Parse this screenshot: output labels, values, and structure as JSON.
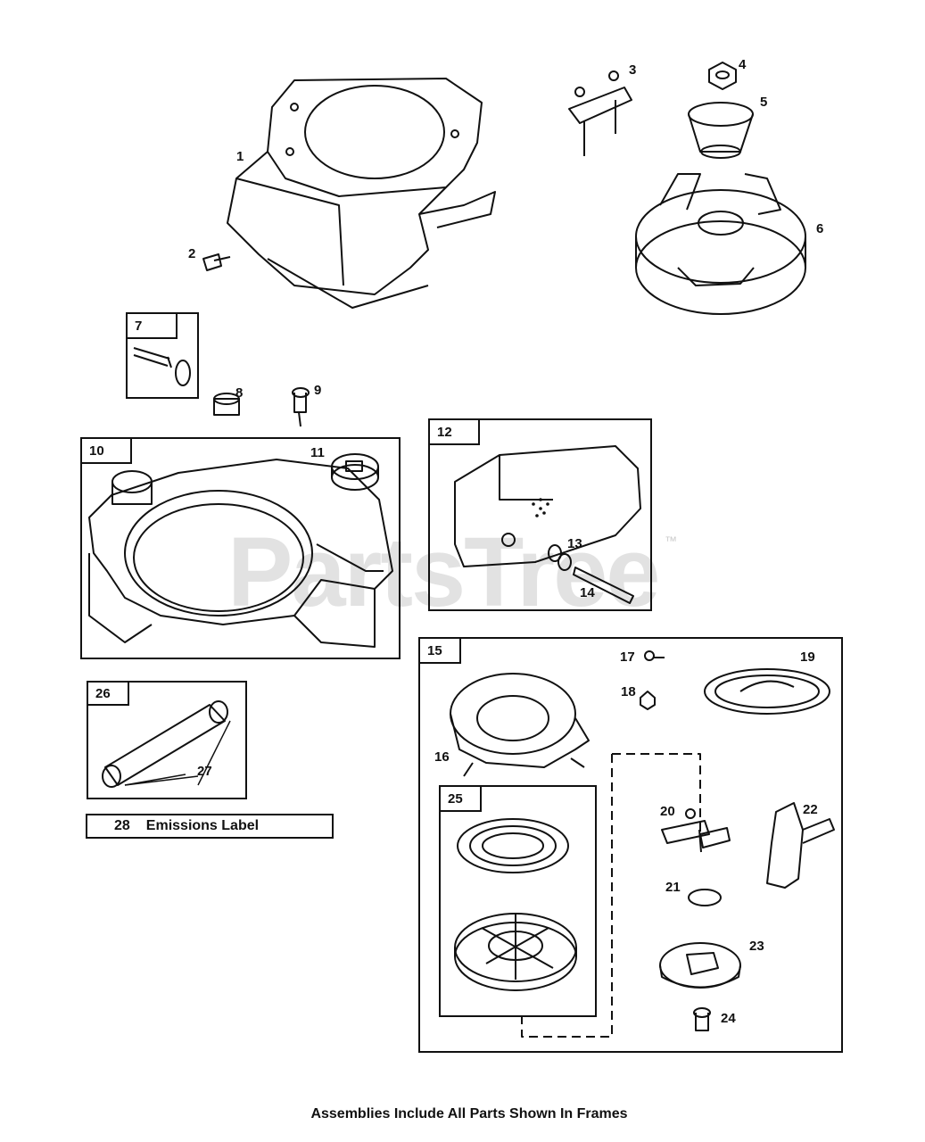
{
  "watermark": {
    "text": "PartsTree",
    "trademark": "™"
  },
  "callouts": {
    "c1": "1",
    "c2": "2",
    "c3": "3",
    "c4": "4",
    "c5": "5",
    "c6": "6",
    "c8": "8",
    "c9": "9",
    "c11": "11",
    "c13": "13",
    "c14": "14",
    "c16": "16",
    "c17": "17",
    "c18": "18",
    "c19": "19",
    "c20": "20",
    "c21": "21",
    "c22": "22",
    "c23": "23",
    "c24": "24",
    "c27": "27"
  },
  "frames": {
    "f7": "7",
    "f10": "10",
    "f12": "12",
    "f15": "15",
    "f25": "25",
    "f26": "26"
  },
  "emissions_label": {
    "number": "28",
    "text": "Emissions Label"
  },
  "footer": "Assemblies Include All Parts Shown In Frames"
}
